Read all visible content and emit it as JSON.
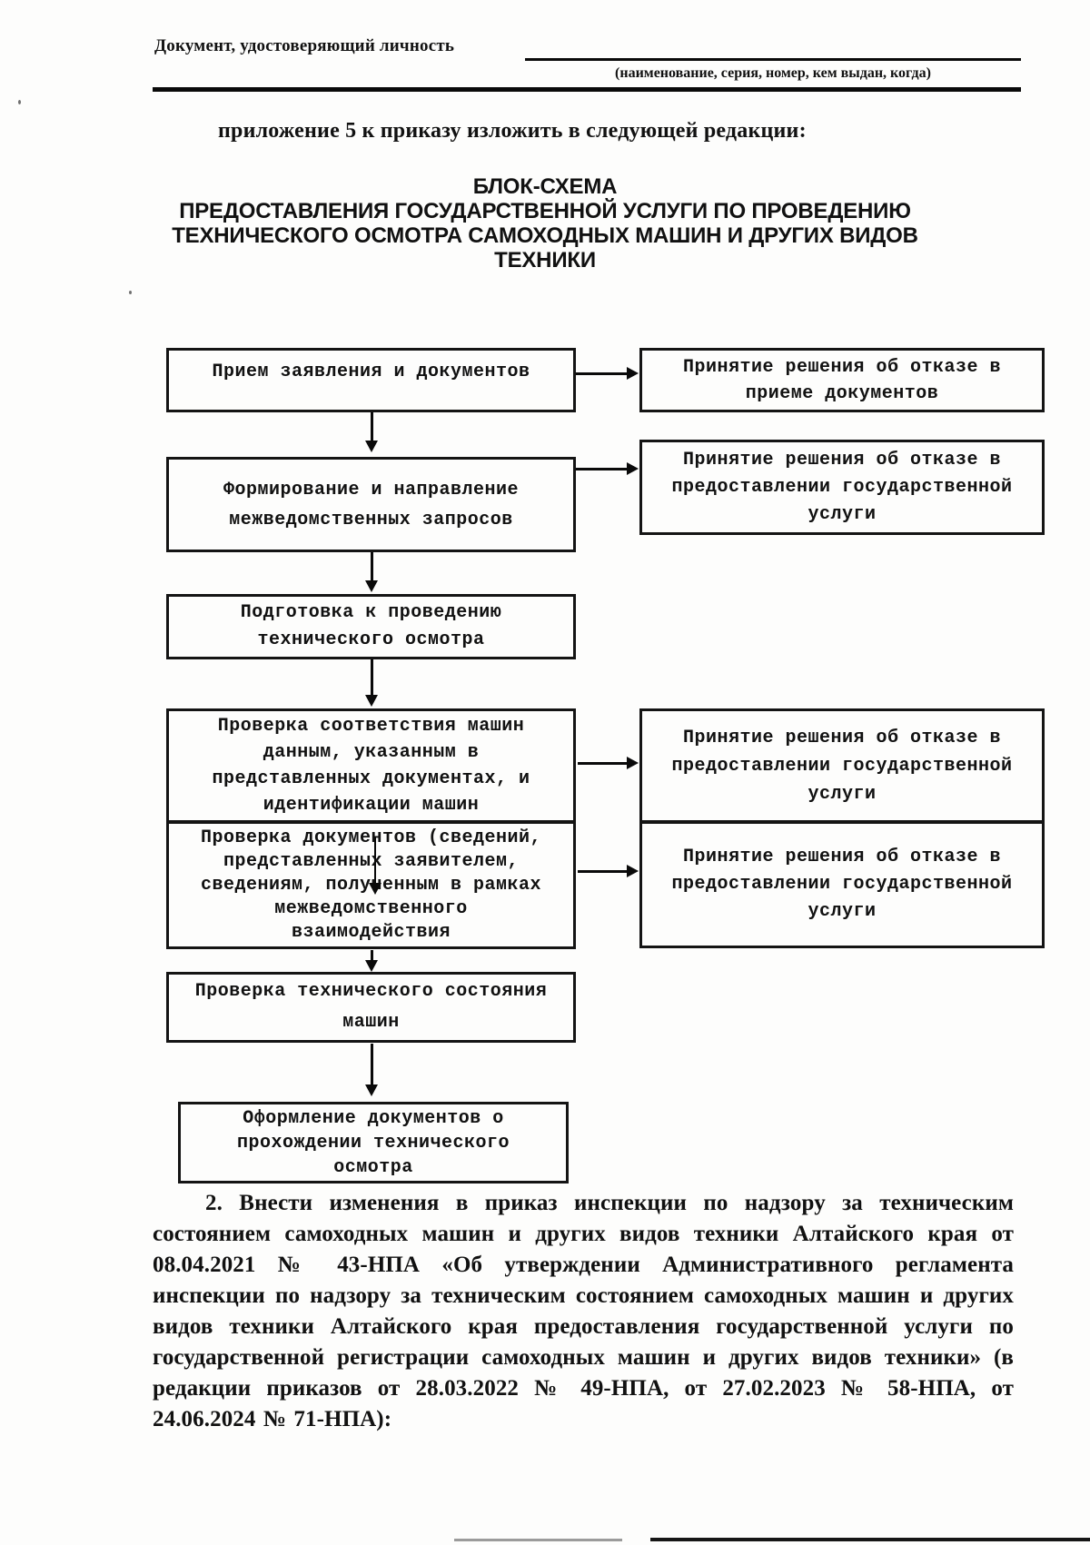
{
  "page": {
    "header": {
      "left_text": "Документ, удостоверяющий личность",
      "caption": "(наименование, серия, номер, кем выдан, когда)"
    },
    "intro_text": "приложение 5 к приказу изложить в следующей редакции:",
    "title": "БЛОК-СХЕМА\nПРЕДОСТАВЛЕНИЯ ГОСУДАРСТВЕННОЙ УСЛУГИ ПО ПРОВЕДЕНИЮ\nТЕХНИЧЕСКОГО ОСМОТРА САМОХОДНЫХ МАШИН И ДРУГИХ ВИДОВ\nТЕХНИКИ",
    "paragraph_2": "2. Внести изменения в приказ инспекции по надзору за техническим состоянием самоходных машин и других видов техники Алтайского края от 08.04.2021 № 43-НПА «Об утверждении Административного регламента инспекции по надзору за техническим состоянием самоходных машин и других видов техники Алтайского края предоставления государственной услуги по государственной регистрации самоходных машин и других видов техники» (в редакции приказов от 28.03.2022 № 49-НПА, от 27.02.2023 № 58-НПА, от 24.06.2024 № 71-НПА):"
  },
  "flowchart": {
    "main_boxes": [
      {
        "text": "Прием заявления и документов"
      },
      {
        "text": "Формирование и направление\nмежведомственных запросов"
      },
      {
        "text": "Подготовка к проведению\nтехнического осмотра"
      },
      {
        "text": "Проверка соответствия машин\nданным, указанным в\nпредставленных документах, и\nидентификации машин"
      },
      {
        "text": "Проверка документов (сведений,\nпредставленных заявителем,\nсведениям, полученным в рамках\nмежведомственного\nвзаимодействия"
      },
      {
        "text": "Проверка технического состояния\nмашин"
      },
      {
        "text": "Оформление документов о\nпрохождении технического\nосмотра"
      }
    ],
    "refusal_boxes": [
      {
        "text": "Принятие решения об отказе в\nприеме документов"
      },
      {
        "text": "Принятие решения об отказе в\nпредоставлении государственной\nуслуги"
      },
      {
        "text": "Принятие решения об отказе в\nпредоставлении государственной\nуслуги"
      },
      {
        "text": "Принятие решения об отказе в\nпредоставлении государственной\nуслуги"
      }
    ]
  }
}
